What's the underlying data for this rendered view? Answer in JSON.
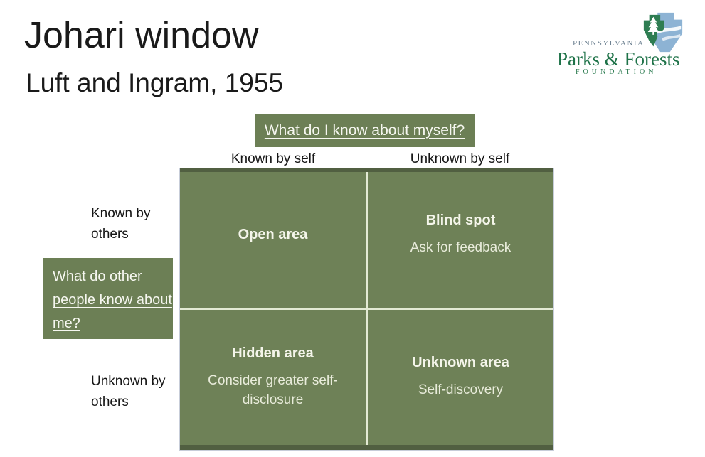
{
  "slide": {
    "title": "Johari window",
    "subtitle": "Luft and Ingram, 1955"
  },
  "logo": {
    "org_upper": "PENNSYLVANIA",
    "org_name": "Parks & Forests",
    "org_lower": "FOUNDATION",
    "green": "#1e7248",
    "keystone_blue": "#8db3d4",
    "keystone_green": "#2e7d52"
  },
  "matrix": {
    "top_question": "What do I know about myself?",
    "side_question": "What do other people know about me?",
    "col_headers": [
      "Known by self",
      "Unknown by self"
    ],
    "row_headers": [
      "Known by others",
      "Unknown by others"
    ],
    "quadrants": [
      {
        "title": "Open area",
        "subtitle": ""
      },
      {
        "title": "Blind spot",
        "subtitle": "Ask for feedback"
      },
      {
        "title": "Hidden area",
        "subtitle": "Consider greater self-disclosure"
      },
      {
        "title": "Unknown area",
        "subtitle": "Self-discovery"
      }
    ],
    "colors": {
      "question_box_green": "#6c7f55",
      "cell_green": "#6e8157",
      "divider": "#e3ead4",
      "border_dark_green": "#515f41"
    }
  }
}
